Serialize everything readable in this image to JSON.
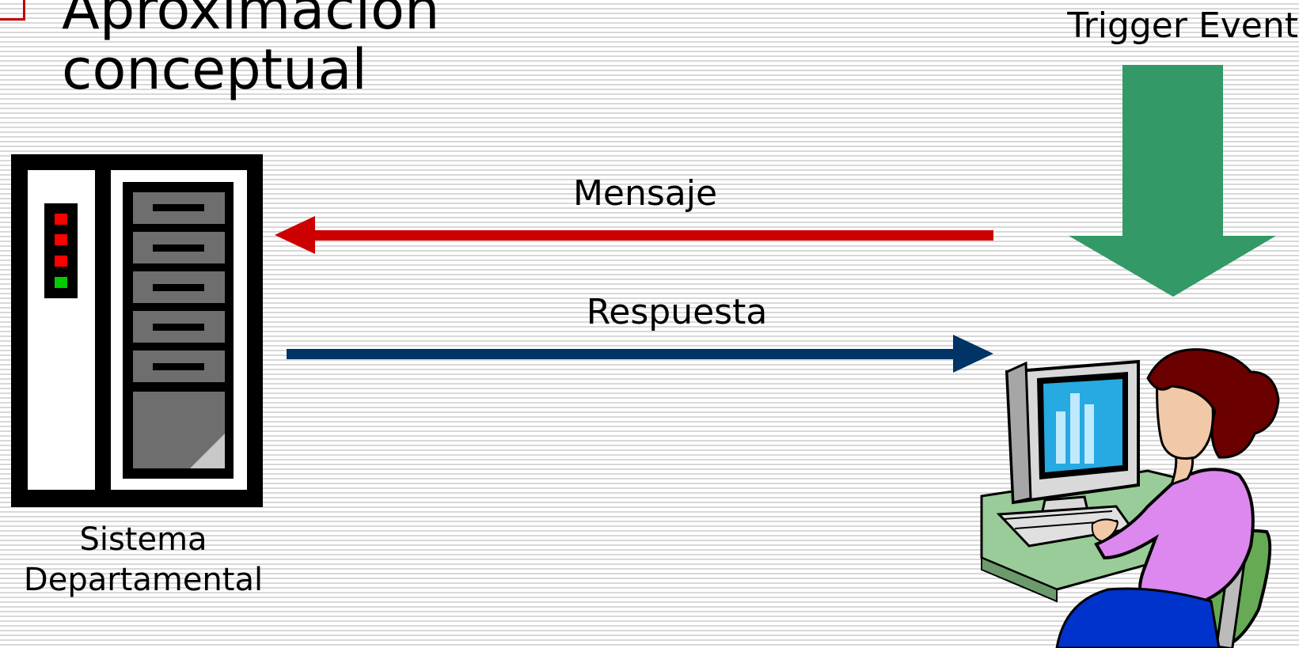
{
  "slide": {
    "title_line1": "Aproximación",
    "title_line2": "conceptual"
  },
  "diagram": {
    "trigger_label": "Trigger Event",
    "message_label": "Mensaje",
    "response_label": "Respuesta",
    "system_label_line1": "Sistema",
    "system_label_line2": "Departamental",
    "colors": {
      "bullet": "#c00000",
      "message_arrow": "#cc0000",
      "response_arrow": "#003366",
      "trigger_arrow": "#339966"
    }
  }
}
